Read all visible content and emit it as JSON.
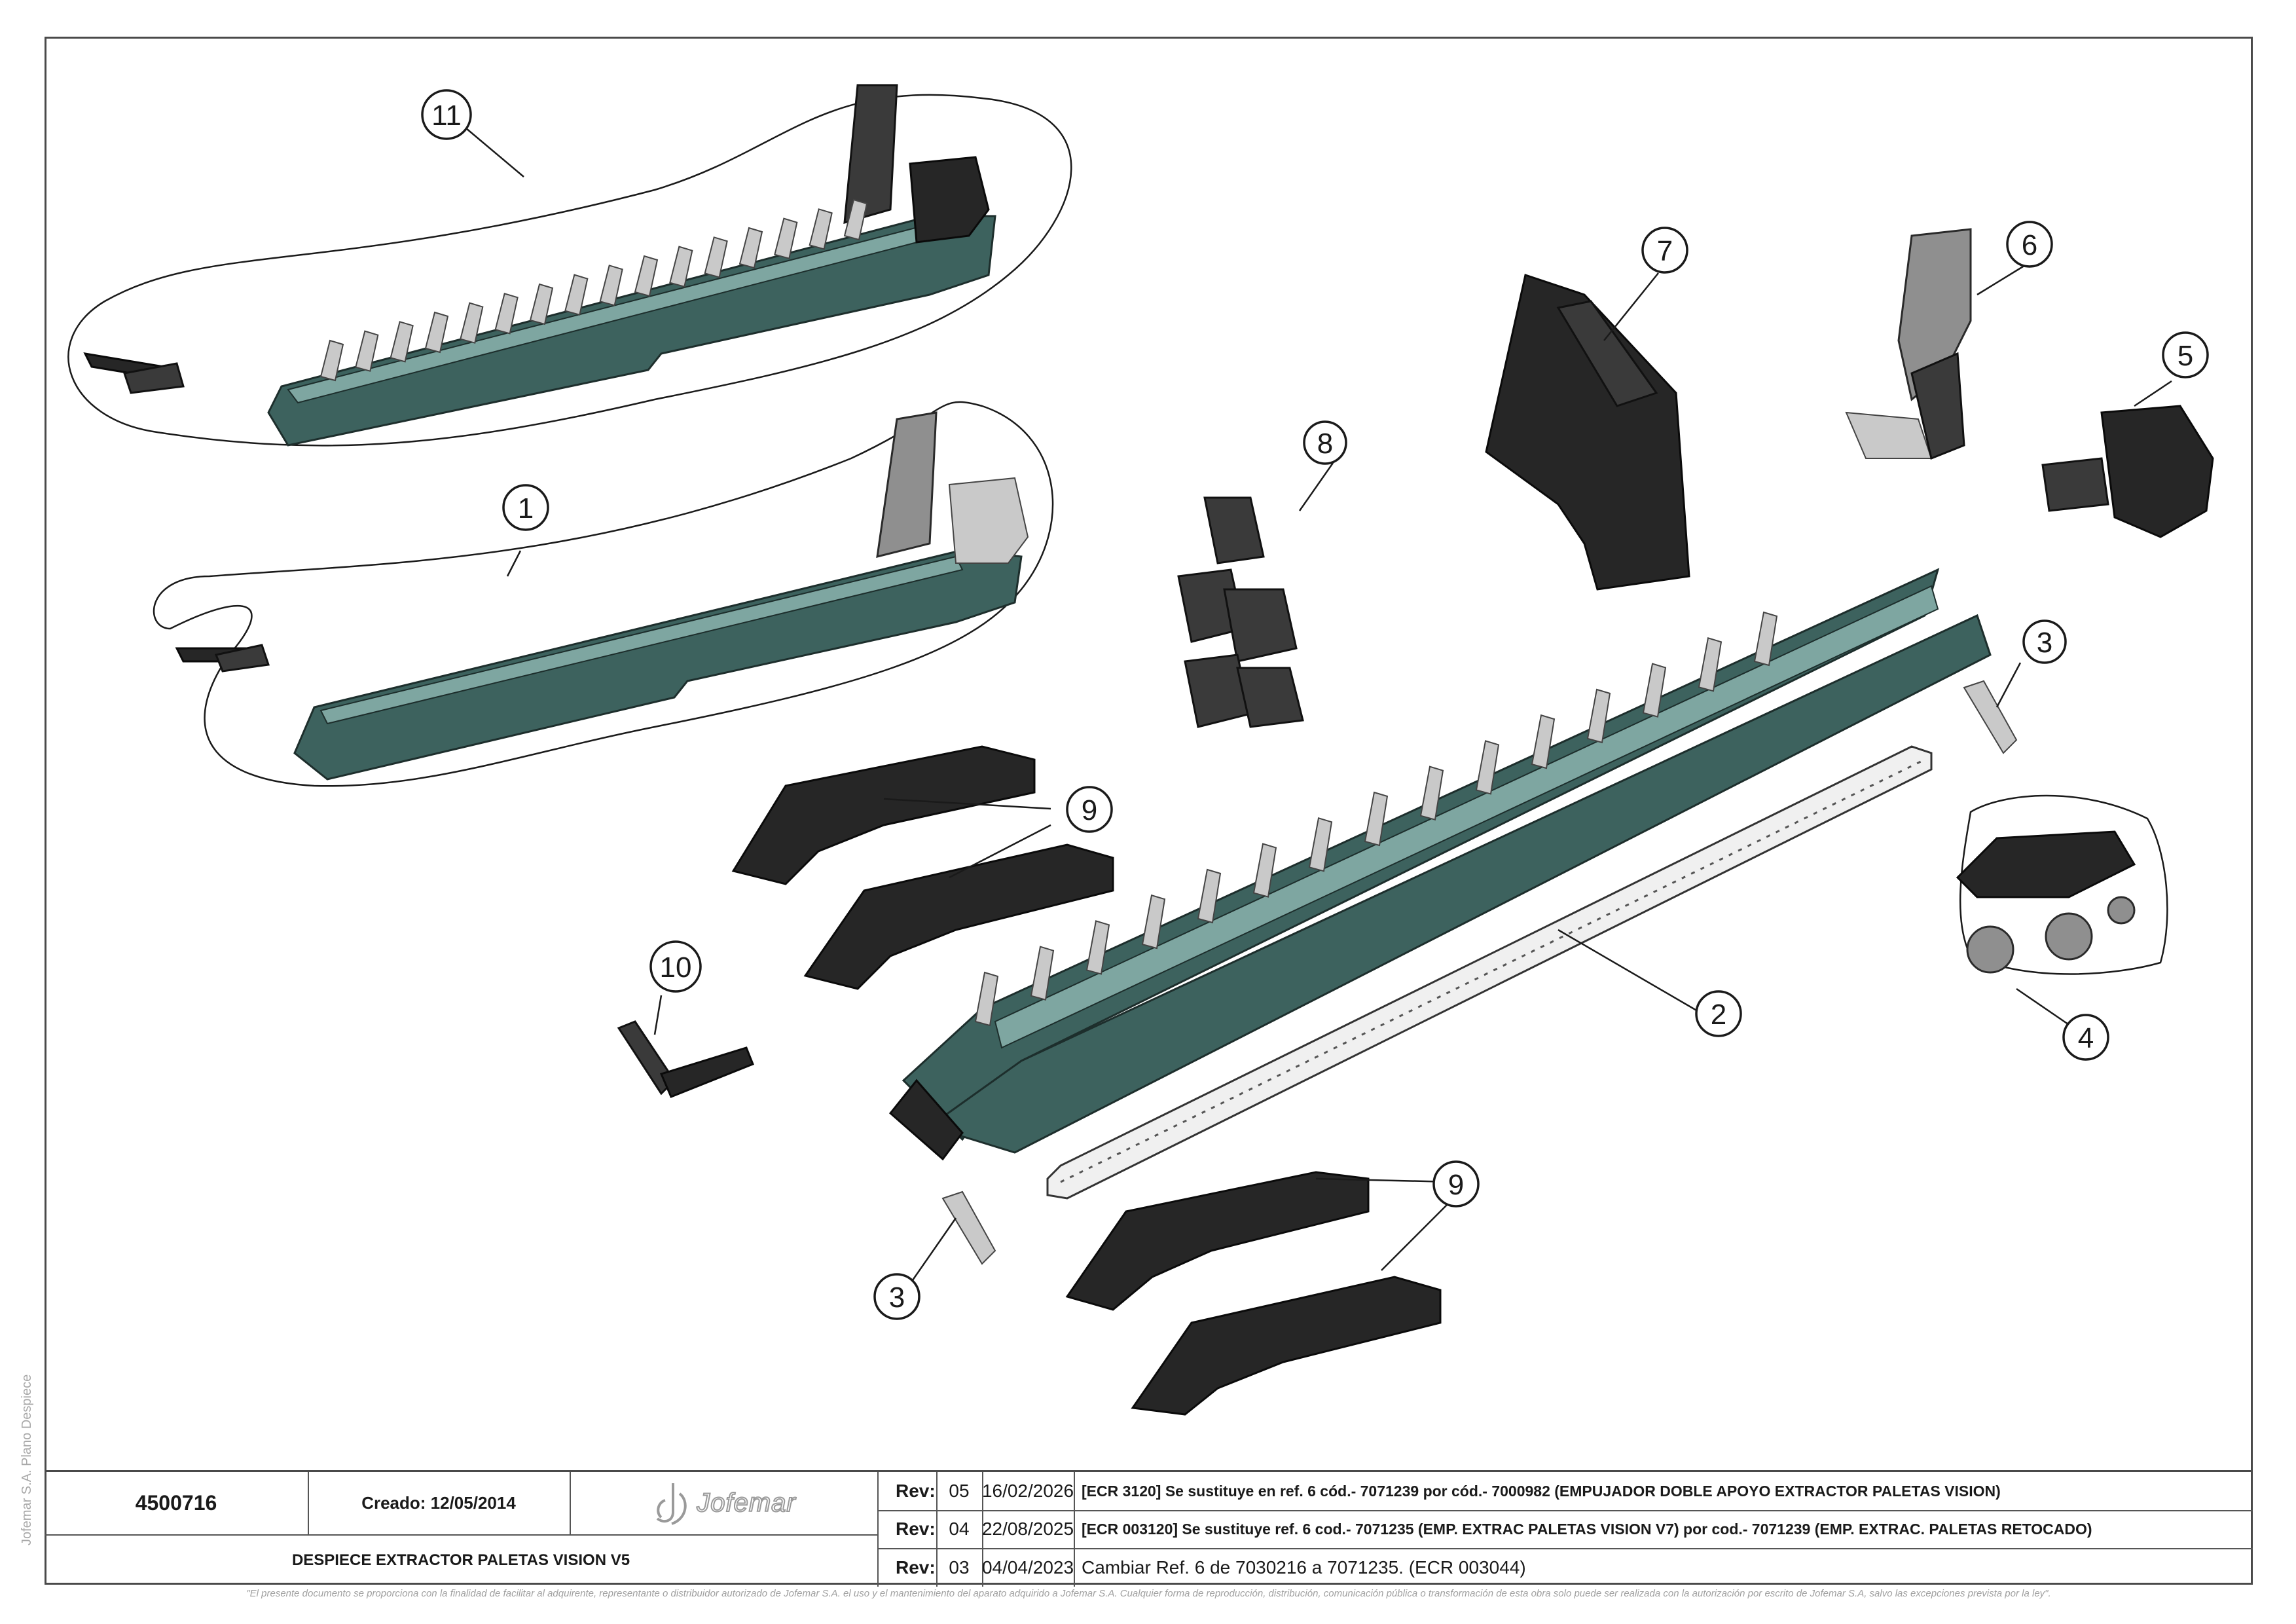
{
  "callouts": {
    "c1": "1",
    "c2": "2",
    "c3a": "3",
    "c3b": "3",
    "c4": "4",
    "c5": "5",
    "c6": "6",
    "c7": "7",
    "c8": "8",
    "c9a": "9",
    "c9b": "9",
    "c10": "10",
    "c11": "11"
  },
  "side_text": "Jofemar S.A. Plano Despiece",
  "title_block": {
    "doc_number": "4500716",
    "created": "Creado: 12/05/2014",
    "logo_text": "Jofemar",
    "title": "DESPIECE EXTRACTOR PALETAS VISION V5",
    "revisions": [
      {
        "label": "Rev:",
        "number": "05",
        "date": "16/02/2026",
        "description": "[ECR 3120] Se sustituye en ref. 6 cód.- 7071239 por cód.- 7000982 (EMPUJADOR DOBLE APOYO EXTRACTOR PALETAS VISION)"
      },
      {
        "label": "Rev:",
        "number": "04",
        "date": "22/08/2025",
        "description": "[ECR 003120] Se sustituye ref. 6 cod.- 7071235 (EMP. EXTRAC PALETAS VISION V7) por cod.- 7071239 (EMP. EXTRAC. PALETAS RETOCADO)"
      },
      {
        "label": "Rev:",
        "number": "03",
        "date": "04/04/2023",
        "description": "Cambiar Ref. 6 de 7030216 a 7071235. (ECR 003044)"
      }
    ]
  },
  "disclaimer": "\"El presente documento se proporciona con la finalidad de facilitar al adquirente, representante o distribuidor autorizado de Jofemar S.A. el uso y el mantenimiento del aparato adquirido a Jofemar S.A. Cualquier forma de reproducción, distribución, comunicación pública o transformación de esta obra solo puede ser realizada con la autorización por escrito de Jofemar S.A, salvo las excepciones prevista por la ley\".",
  "colors": {
    "frame_teal": "#3d625e",
    "paddle_grey": "#8f8f8f",
    "cover_dark": "#3a3a3a",
    "border": "#4a4a4a"
  }
}
